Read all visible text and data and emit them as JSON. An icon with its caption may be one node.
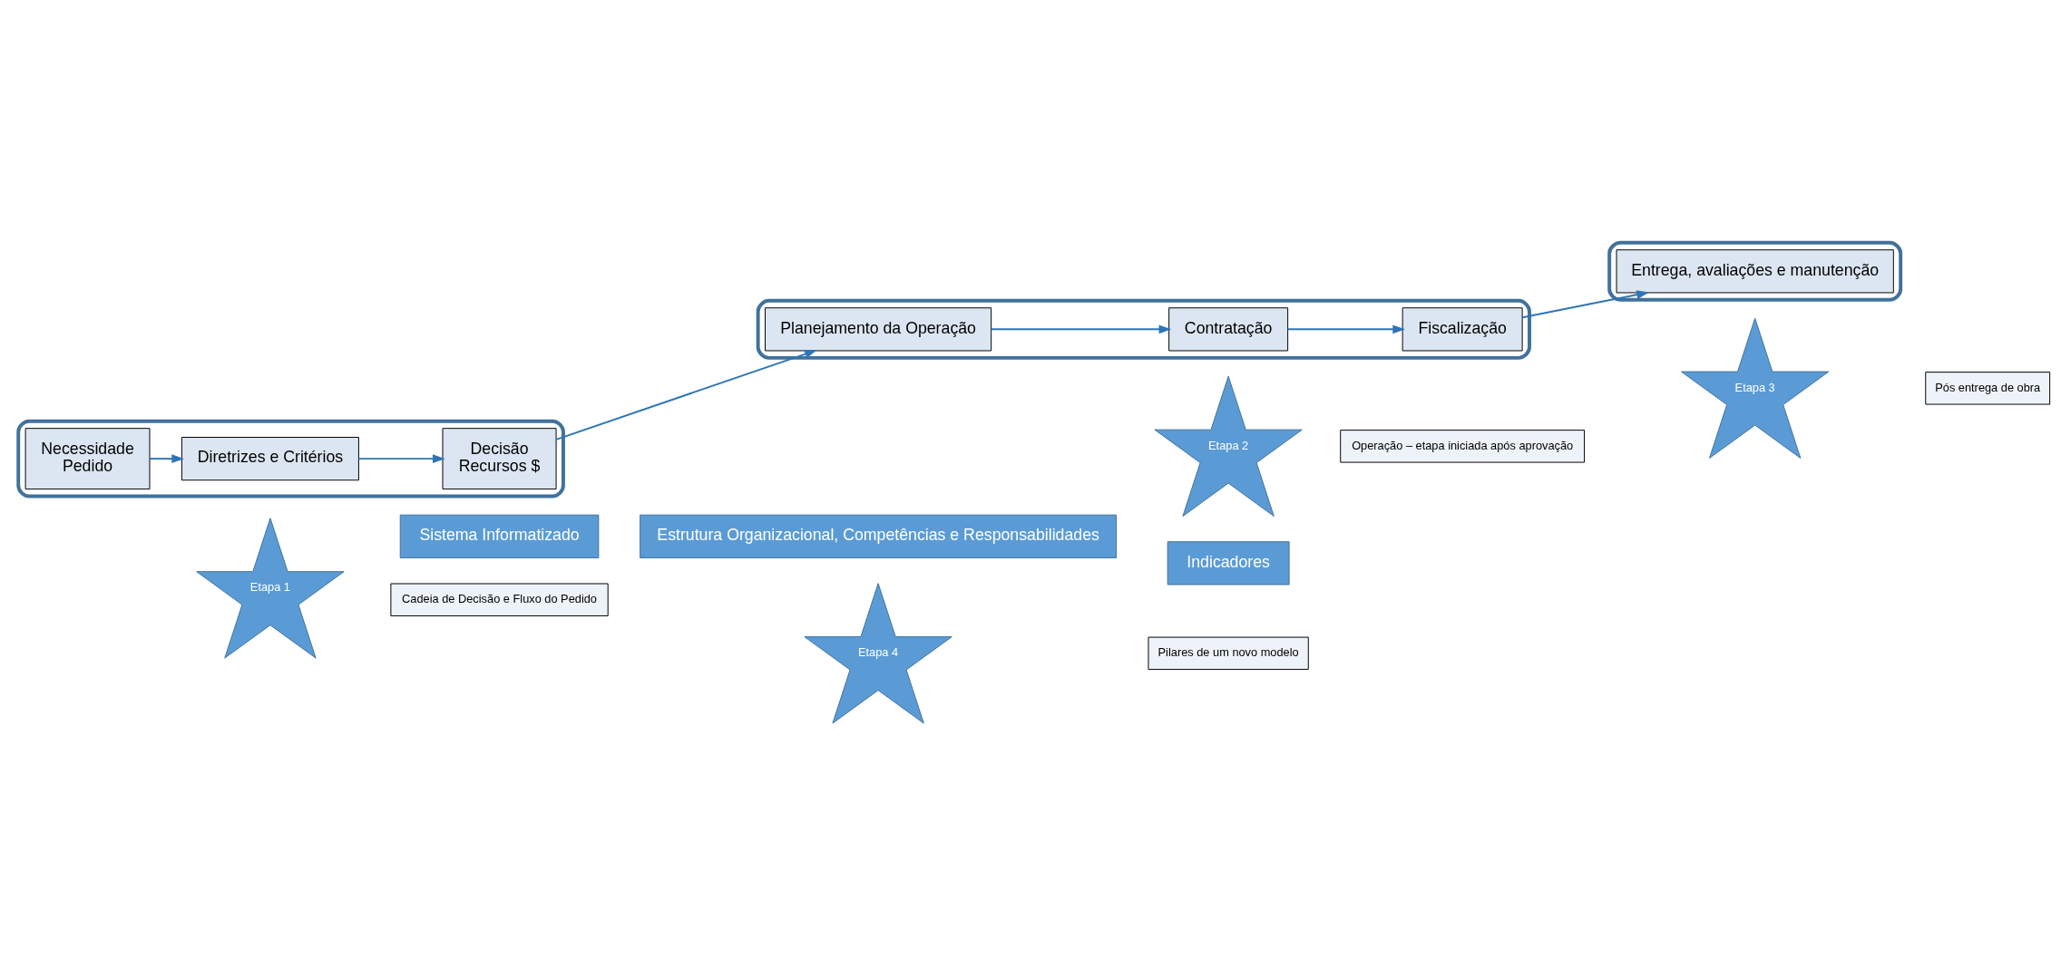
{
  "diagram": {
    "nodes": [
      {
        "text": [],
        "shape": "ellipse"
      },
      {
        "text": [
          "Necessidade",
          "Pedido"
        ],
        "in": 0
      },
      {
        "text": [
          "Diretrizes e Critérios"
        ],
        "in": 0
      },
      {
        "text": [
          "Decisão",
          "Recursos $"
        ],
        "in": 0
      },
      {
        "text": [],
        "shape": "ellipse"
      },
      {
        "text": [
          "Planejamento da Operação"
        ],
        "in": 4
      },
      {
        "text": [
          "Contratação"
        ],
        "in": 4
      },
      {
        "text": [
          "Fiscalização"
        ],
        "in": 4
      },
      {
        "text": [],
        "shape": "ellipse"
      },
      {
        "text": [
          "Entrega, avaliações e manutenção"
        ],
        "in": 8
      },
      {
        "text": [
          "Etapa 1"
        ]
      },
      {
        "text": [
          "Cadeia de Decisão e Fluxo do Pedido"
        ]
      },
      {
        "text": [
          "Etapa 2"
        ]
      },
      {
        "text": [
          "Operação – etapa iniciada após aprovação"
        ]
      },
      {
        "text": [
          "Etapa 3"
        ]
      },
      {
        "text": [
          "Pós entrega de obra"
        ]
      },
      {
        "text": [
          "Sistema Informatizado"
        ]
      },
      {
        "text": [
          "Estrutura Organizacional, Competências e Responsabilidades"
        ]
      },
      {
        "text": [
          "Indicadores"
        ]
      },
      {
        "text": [
          "Etapa 4"
        ]
      },
      {
        "text": [
          "Pilares de um novo modelo"
        ]
      }
    ],
    "edges": [
      {
        "from": 1,
        "to": 2,
        "arrow": "to"
      },
      {
        "from": 2,
        "to": 3,
        "arrow": "to"
      },
      {
        "from": 3,
        "to": 5,
        "arrow": "to"
      },
      {
        "from": 5,
        "to": 6,
        "arrow": "to"
      },
      {
        "from": 6,
        "to": 7,
        "arrow": "to"
      },
      {
        "from": 7,
        "to": 9,
        "arrow": "to"
      }
    ]
  }
}
